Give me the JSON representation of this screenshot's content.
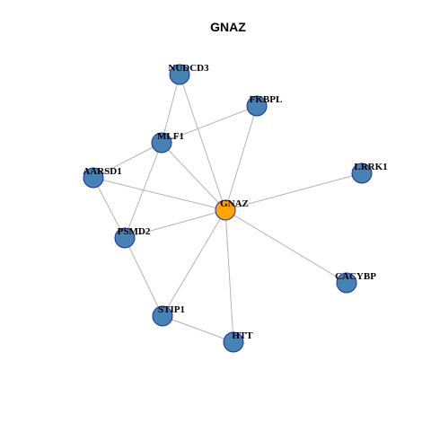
{
  "title": "GNAZ",
  "colors": {
    "center_node": "#ffa500",
    "other_node": "#4682b4",
    "node_border": "#1a2fa8",
    "edge": "#b3b3b3"
  },
  "nodes": [
    {
      "id": "GNAZ",
      "label": "GNAZ",
      "center": true
    },
    {
      "id": "NUDCD3",
      "label": "NUDCD3"
    },
    {
      "id": "FKBPL",
      "label": "FKBPL"
    },
    {
      "id": "MLF1",
      "label": "MLF1"
    },
    {
      "id": "AARSD1",
      "label": "AARSD1"
    },
    {
      "id": "LRRK1",
      "label": "LRRK1"
    },
    {
      "id": "PSMD2",
      "label": "PSMD2"
    },
    {
      "id": "CACYBP",
      "label": "CACYBP"
    },
    {
      "id": "STIP1",
      "label": "STIP1"
    },
    {
      "id": "HTT",
      "label": "HTT"
    }
  ],
  "edges": [
    [
      "GNAZ",
      "NUDCD3"
    ],
    [
      "GNAZ",
      "FKBPL"
    ],
    [
      "GNAZ",
      "MLF1"
    ],
    [
      "GNAZ",
      "AARSD1"
    ],
    [
      "GNAZ",
      "LRRK1"
    ],
    [
      "GNAZ",
      "PSMD2"
    ],
    [
      "GNAZ",
      "CACYBP"
    ],
    [
      "GNAZ",
      "STIP1"
    ],
    [
      "GNAZ",
      "HTT"
    ],
    [
      "NUDCD3",
      "MLF1"
    ],
    [
      "FKBPL",
      "MLF1"
    ],
    [
      "MLF1",
      "AARSD1"
    ],
    [
      "MLF1",
      "PSMD2"
    ],
    [
      "AARSD1",
      "PSMD2"
    ],
    [
      "PSMD2",
      "STIP1"
    ],
    [
      "STIP1",
      "HTT"
    ]
  ]
}
